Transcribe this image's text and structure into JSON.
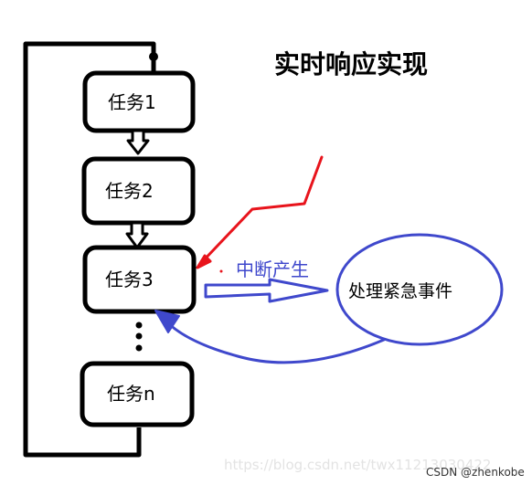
{
  "diagram": {
    "title": "实时响应实现",
    "tasks": [
      "任务1",
      "任务2",
      "任务3",
      "任务n"
    ],
    "interrupt_label": "中断产生",
    "handler_label": "处理紧急事件",
    "colors": {
      "task_border": "#000000",
      "interrupt": "#e8141c",
      "flow": "#3f48cc"
    }
  },
  "watermark": {
    "url_text": "https://blog.csdn.net/twx11213030422",
    "credit": "CSDN @zhenkobe"
  }
}
